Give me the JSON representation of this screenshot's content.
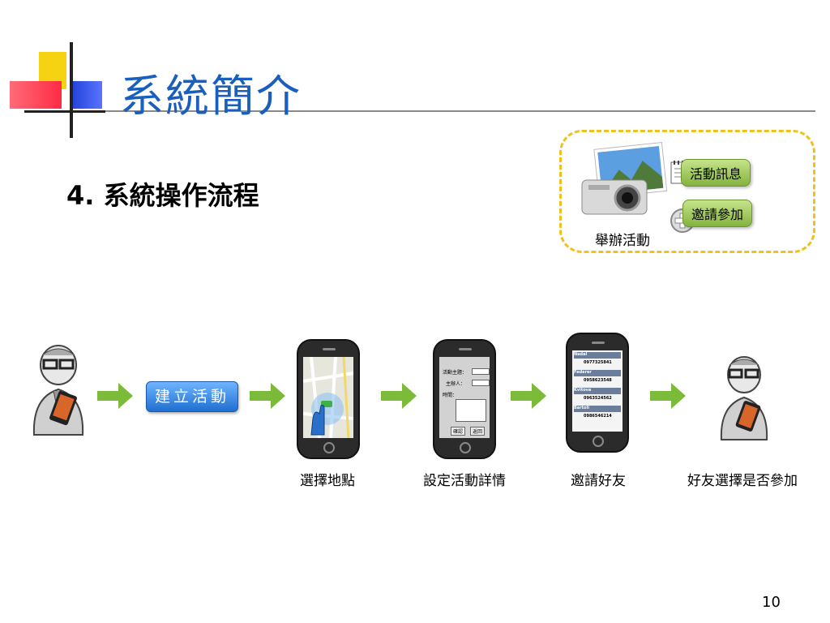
{
  "slide": {
    "title": "系統簡介",
    "subtitle": "4. 系統操作流程",
    "page_number": "10"
  },
  "legend": {
    "info_label": "活動訊息",
    "invite_label": "邀請參加",
    "caption": "舉辦活動"
  },
  "flow": {
    "create_button": "建立活動",
    "steps": [
      {
        "caption": "選擇地點"
      },
      {
        "caption": "設定活動詳情"
      },
      {
        "caption": "邀請好友"
      },
      {
        "caption": "好友選擇是否參加"
      }
    ]
  },
  "phone_form": {
    "field1": "活動主題：",
    "field2": "主辦人：",
    "field3": "時間：",
    "confirm": "確認",
    "back": "返回"
  },
  "friends": [
    {
      "name": "Nadal",
      "phone": "0977325841"
    },
    {
      "name": "Federer",
      "phone": "0958623548"
    },
    {
      "name": "Kvitova",
      "phone": "0963524562"
    },
    {
      "name": "Bartoli",
      "phone": "0986546214"
    }
  ],
  "colors": {
    "title": "#1a5fbd",
    "arrow": "#7cbb3a",
    "legend_border": "#f0c11a"
  }
}
